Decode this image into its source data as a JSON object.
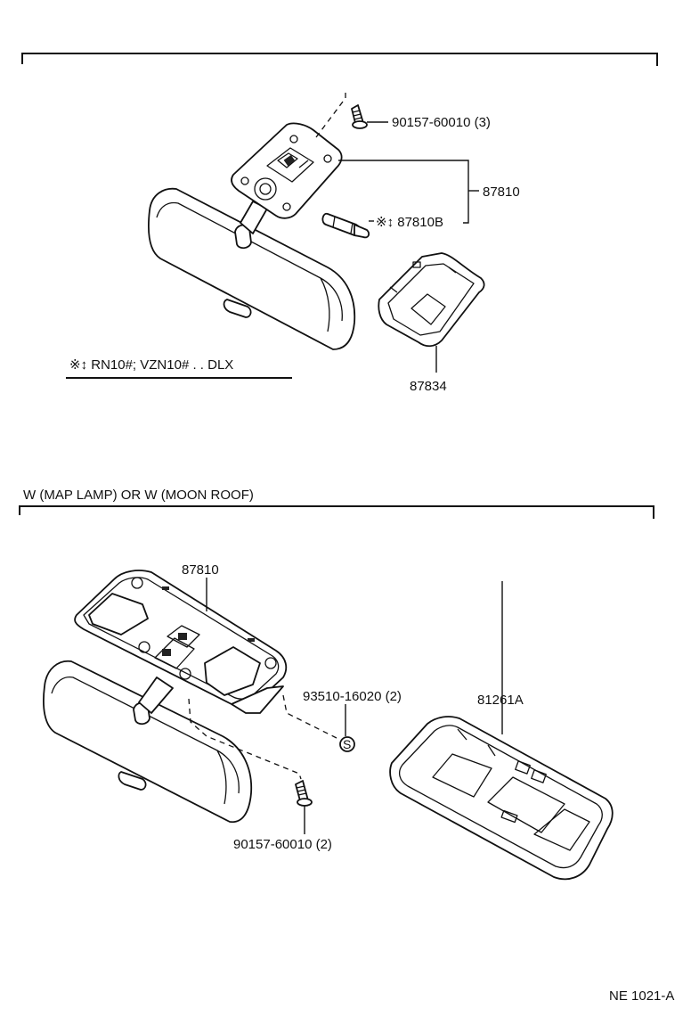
{
  "section1": {
    "parts": {
      "screw": "90157-60010 (3)",
      "lamp_assy": "87810",
      "bulb": "※↕ 87810B",
      "cover": "87834"
    },
    "note": "※↕ RN10#;  VZN10# . . DLX"
  },
  "section2": {
    "title": "W (MAP  LAMP) OR  W (MOON  ROOF)",
    "parts": {
      "lamp_assy": "87810",
      "clip": "93510-16020 (2)",
      "clip_symbol": "S",
      "cover": "81261A",
      "screw": "90157-60010 (2)"
    }
  },
  "footer": {
    "code": "NE  1021-A"
  }
}
